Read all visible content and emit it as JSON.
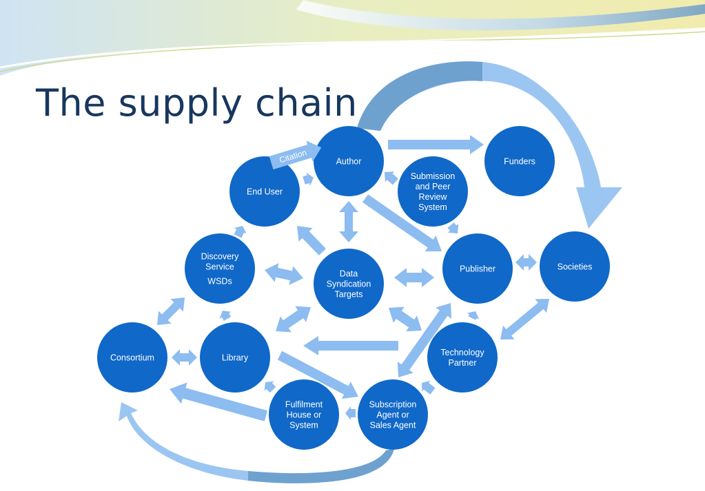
{
  "slide": {
    "title": "The supply chain"
  },
  "colors": {
    "node": "#1068c8",
    "arrow": "#8cbcf0",
    "title": "#17375e",
    "curve_dark": "#6fa1cf",
    "curve_light": "#9cc6f2"
  },
  "nodes": [
    {
      "id": "author",
      "lines": [
        "Author"
      ]
    },
    {
      "id": "funders",
      "lines": [
        "Funders"
      ]
    },
    {
      "id": "end-user",
      "lines": [
        "End User"
      ]
    },
    {
      "id": "submission-peer-review",
      "lines": [
        "Submission",
        "and Peer",
        "Review",
        "System"
      ]
    },
    {
      "id": "discovery-service",
      "lines": [
        "Discovery",
        "Service",
        "WSDs"
      ]
    },
    {
      "id": "data-syndication",
      "lines": [
        "Data",
        "Syndication",
        "Targets"
      ]
    },
    {
      "id": "publisher",
      "lines": [
        "Publisher"
      ]
    },
    {
      "id": "societies",
      "lines": [
        "Societies"
      ]
    },
    {
      "id": "consortium",
      "lines": [
        "Consortium"
      ]
    },
    {
      "id": "library",
      "lines": [
        "Library"
      ]
    },
    {
      "id": "technology-partner",
      "lines": [
        "Technology",
        "Partner"
      ]
    },
    {
      "id": "fulfilment-house",
      "lines": [
        "Fulfilment",
        "House or",
        "System"
      ]
    },
    {
      "id": "subscription-agent",
      "lines": [
        "Subscription",
        "Agent or",
        "Sales Agent"
      ]
    }
  ],
  "citation_label": "Citation"
}
